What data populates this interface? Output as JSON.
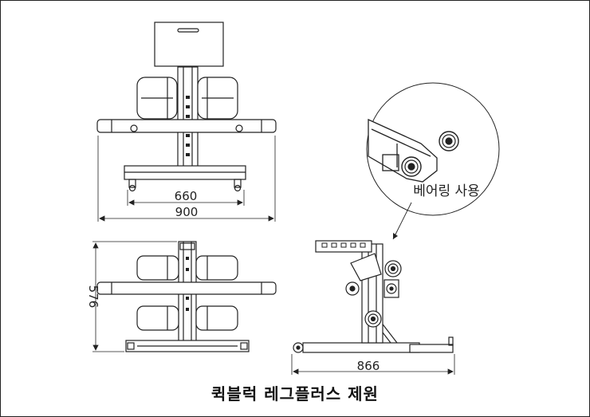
{
  "dimensions": {
    "front_inner_width": "660",
    "front_overall_width": "900",
    "top_height": "576",
    "side_length": "866"
  },
  "callout": {
    "label": "베어링 사용"
  },
  "caption": "퀵블럭 레그플러스 제원",
  "colors": {
    "line": "#222222",
    "roller_fill": "#ffffff",
    "background": "#ffffff"
  }
}
